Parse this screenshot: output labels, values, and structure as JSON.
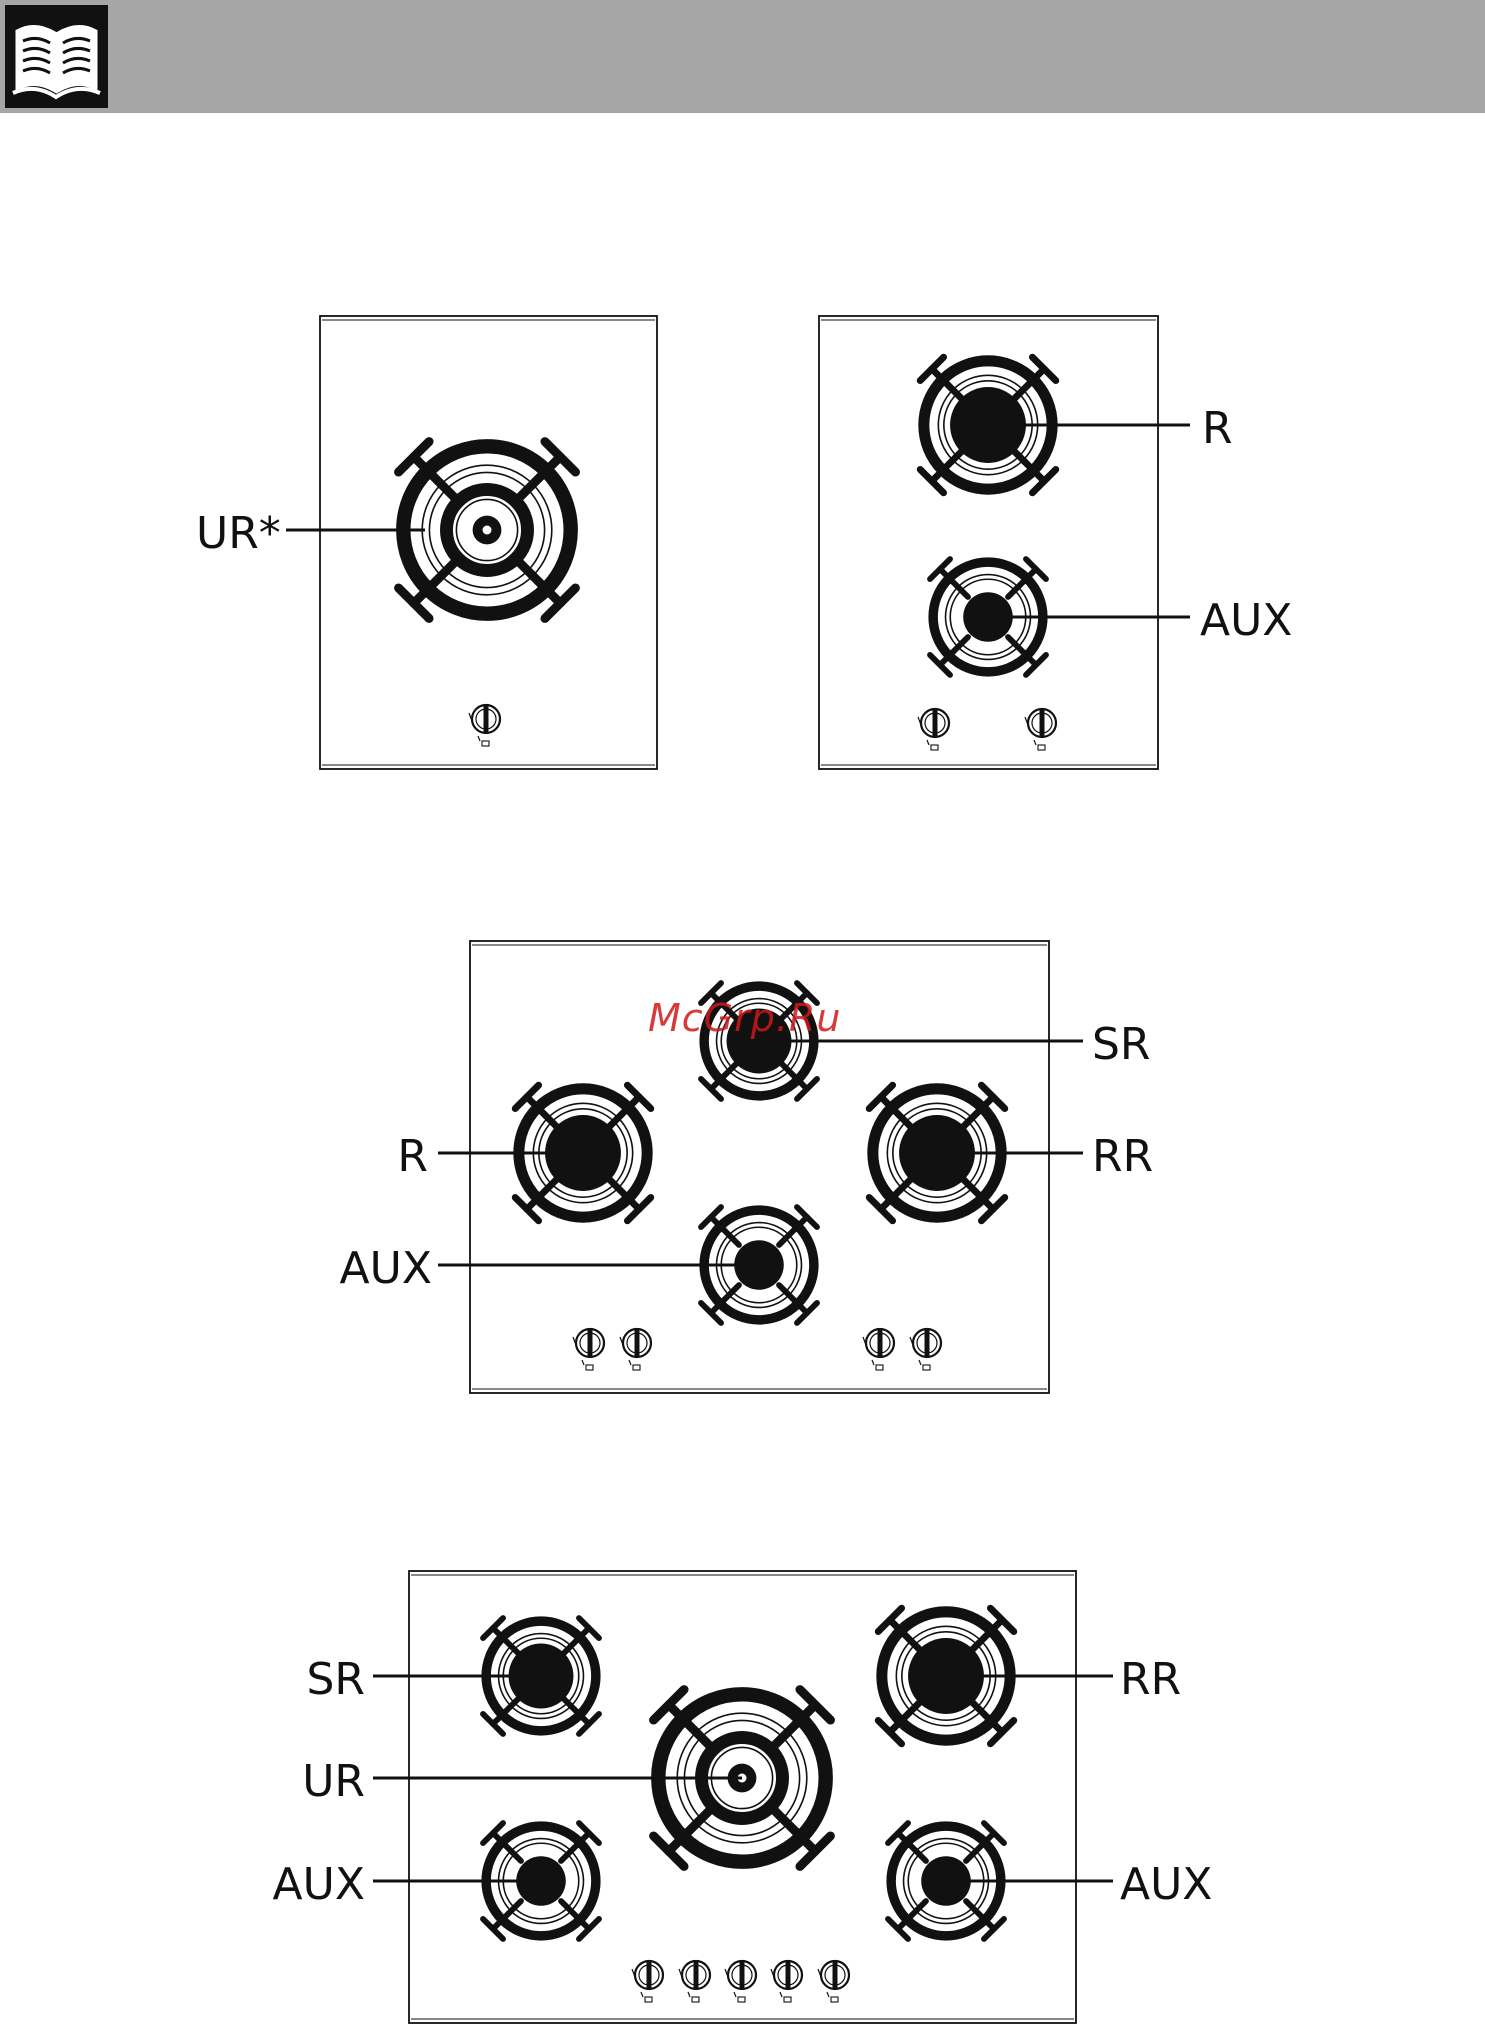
{
  "header": {
    "icon": "open-book-icon",
    "bar_color": "#a6a6a6"
  },
  "watermark": {
    "text": "McGrp.Ru",
    "color": "#d01818"
  },
  "hobs": [
    {
      "id": "hob-1",
      "burners": [
        {
          "label": "UR*",
          "kind": "UR"
        }
      ],
      "knobs": [
        {
          "symbol": ""
        }
      ]
    },
    {
      "id": "hob-2",
      "burners": [
        {
          "label": "R",
          "kind": "R"
        },
        {
          "label": "AUX",
          "kind": "AUX"
        }
      ],
      "knobs": [
        {
          "symbol": ""
        },
        {
          "symbol": ""
        }
      ]
    },
    {
      "id": "hob-3",
      "burners": [
        {
          "label": "SR",
          "kind": "SR"
        },
        {
          "label": "R",
          "kind": "R"
        },
        {
          "label": "RR",
          "kind": "RR"
        },
        {
          "label": "AUX",
          "kind": "AUX"
        }
      ],
      "knobs": [
        {
          "symbol": ""
        },
        {
          "symbol": ""
        },
        {
          "symbol": ""
        },
        {
          "symbol": ""
        }
      ]
    },
    {
      "id": "hob-4",
      "burners": [
        {
          "label": "SR",
          "kind": "SR"
        },
        {
          "label": "RR",
          "kind": "RR"
        },
        {
          "label": "UR",
          "kind": "UR"
        },
        {
          "label": "AUX",
          "kind": "AUX"
        },
        {
          "label": "AUX",
          "kind": "AUX"
        }
      ],
      "knobs": [
        {
          "symbol": ""
        },
        {
          "symbol": ""
        },
        {
          "symbol": ""
        },
        {
          "symbol": ""
        },
        {
          "symbol": ""
        }
      ]
    }
  ]
}
